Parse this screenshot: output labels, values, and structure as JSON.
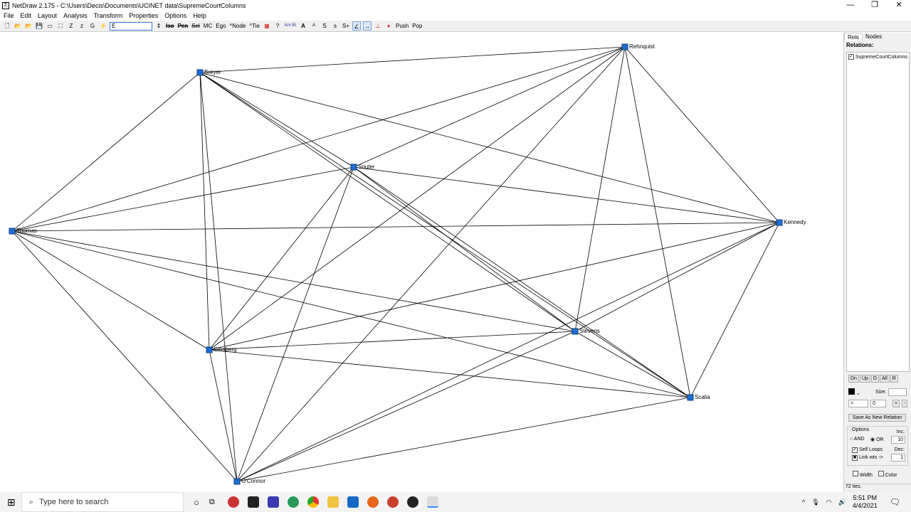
{
  "window": {
    "title": "NetDraw 2.175 - C:\\Users\\Decis\\Documents\\UCINET data\\SupremeCourtColumns",
    "controls": [
      "—",
      "❐",
      "✕"
    ]
  },
  "menu": [
    "File",
    "Edit",
    "Layout",
    "Analysis",
    "Transform",
    "Properties",
    "Options",
    "Help"
  ],
  "toolbar": {
    "buttons": [
      "🗋",
      "📂",
      "📂",
      "💾",
      "▭",
      "⛶",
      "Z",
      "z",
      "G",
      "⚡"
    ],
    "input_value": "E",
    "buttons2": [
      "Iso",
      "Pen",
      "Sel",
      "MC",
      "Ego",
      "^Node",
      "^Tie",
      "▦",
      "?",
      "Km Bl",
      "A",
      "A",
      "S",
      "s",
      "S+",
      "∠",
      "→",
      "⊥",
      "♦",
      "Push",
      "Pop"
    ]
  },
  "graph": {
    "nodes": [
      "Breyer",
      "Rehnquist",
      "Souter",
      "Thomas",
      "Kennedy",
      "Stevens",
      "Ginsberg",
      "Scalia",
      "O'Connor"
    ],
    "node_color": "#1e6fd0",
    "edge_color": "#000000"
  },
  "panel": {
    "tabs": [
      "Rels",
      "Nodes"
    ],
    "relations_label": "Relations:",
    "relations": [
      {
        "name": "SupremeCourtColumns",
        "checked": true
      }
    ],
    "nav_buttons": [
      "Dn",
      "Up",
      "D",
      "All",
      "R"
    ],
    "size_label": "Size:",
    "op_value": ">",
    "threshold": "0",
    "plus": "+",
    "minus": "-",
    "save_button": "Save As New Relation",
    "options_label": "Options",
    "and_label": "AND",
    "or_label": "OR",
    "or_selected": true,
    "inc_label": "Inc:",
    "inc_value": "10",
    "dec_label": "Dec:",
    "dec_value": "1",
    "self_loops": "Self Loops",
    "self_loops_checked": true,
    "link_wts": "Link wts ->",
    "width_label": "Width",
    "color_label": "Color"
  },
  "status": "72 ties.",
  "taskbar": {
    "search_placeholder": "Type here to search",
    "time": "5:51 PM",
    "date": "4/4/2021"
  }
}
